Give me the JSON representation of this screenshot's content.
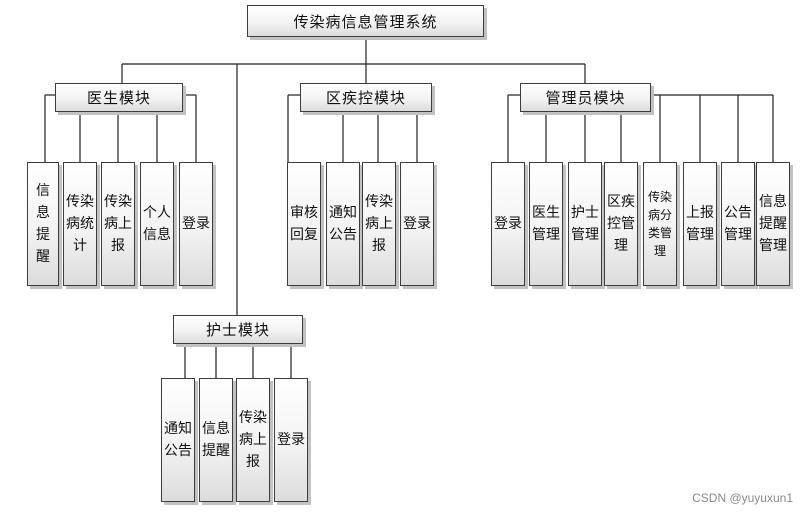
{
  "root": {
    "label": "传染病信息管理系统"
  },
  "modules": {
    "doctor": {
      "label": "医生模块",
      "children": [
        "信息提醒",
        "传染病统计",
        "传染病上报",
        "个人信息",
        "登录"
      ]
    },
    "district": {
      "label": "区疾控模块",
      "children": [
        "审核回复",
        "通知公告",
        "传染病上报",
        "登录"
      ]
    },
    "admin": {
      "label": "管理员模块",
      "children": [
        "登录",
        "医生管理",
        "护士管理",
        "区疾控管理",
        "传染病分类管理",
        "上报管理",
        "公告管理",
        "信息提醒管理"
      ]
    },
    "nurse": {
      "label": "护士模块",
      "children": [
        "通知公告",
        "信息提醒",
        "传染病上报",
        "登录"
      ]
    }
  },
  "watermark": "CSDN @yuyuxun1"
}
